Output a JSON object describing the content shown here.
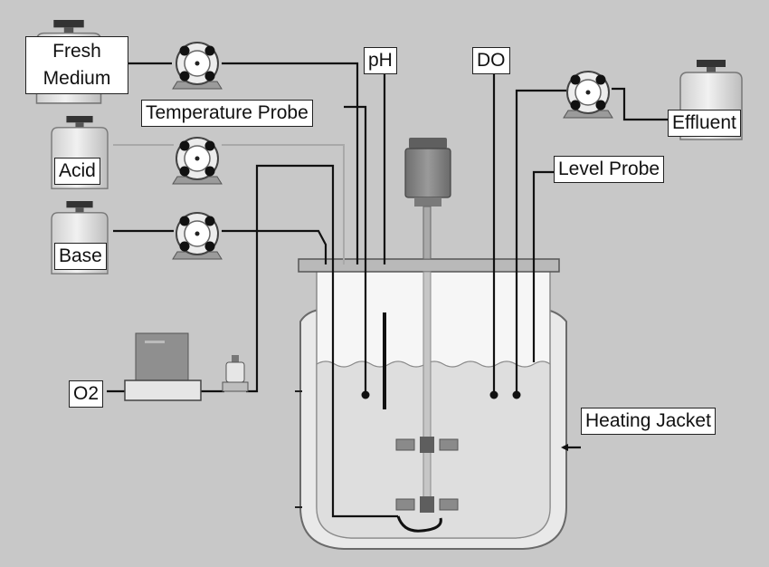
{
  "labels": {
    "fresh_medium_line1": "Fresh",
    "fresh_medium_line2": "Medium",
    "acid": "Acid",
    "base": "Base",
    "o2": "O2",
    "temperature_probe": "Temperature Probe",
    "ph": "pH",
    "do": "DO",
    "effluent": "Effluent",
    "level_probe": "Level Probe",
    "heating_jacket": "Heating Jacket"
  },
  "colors": {
    "background": "#c8c8c8",
    "equipment": "#e2e2e2",
    "reactor_glass": "#f3f3f3",
    "liquid": "#dcdcdc",
    "line": "#111111",
    "pale_line": "#a9a9a9"
  }
}
